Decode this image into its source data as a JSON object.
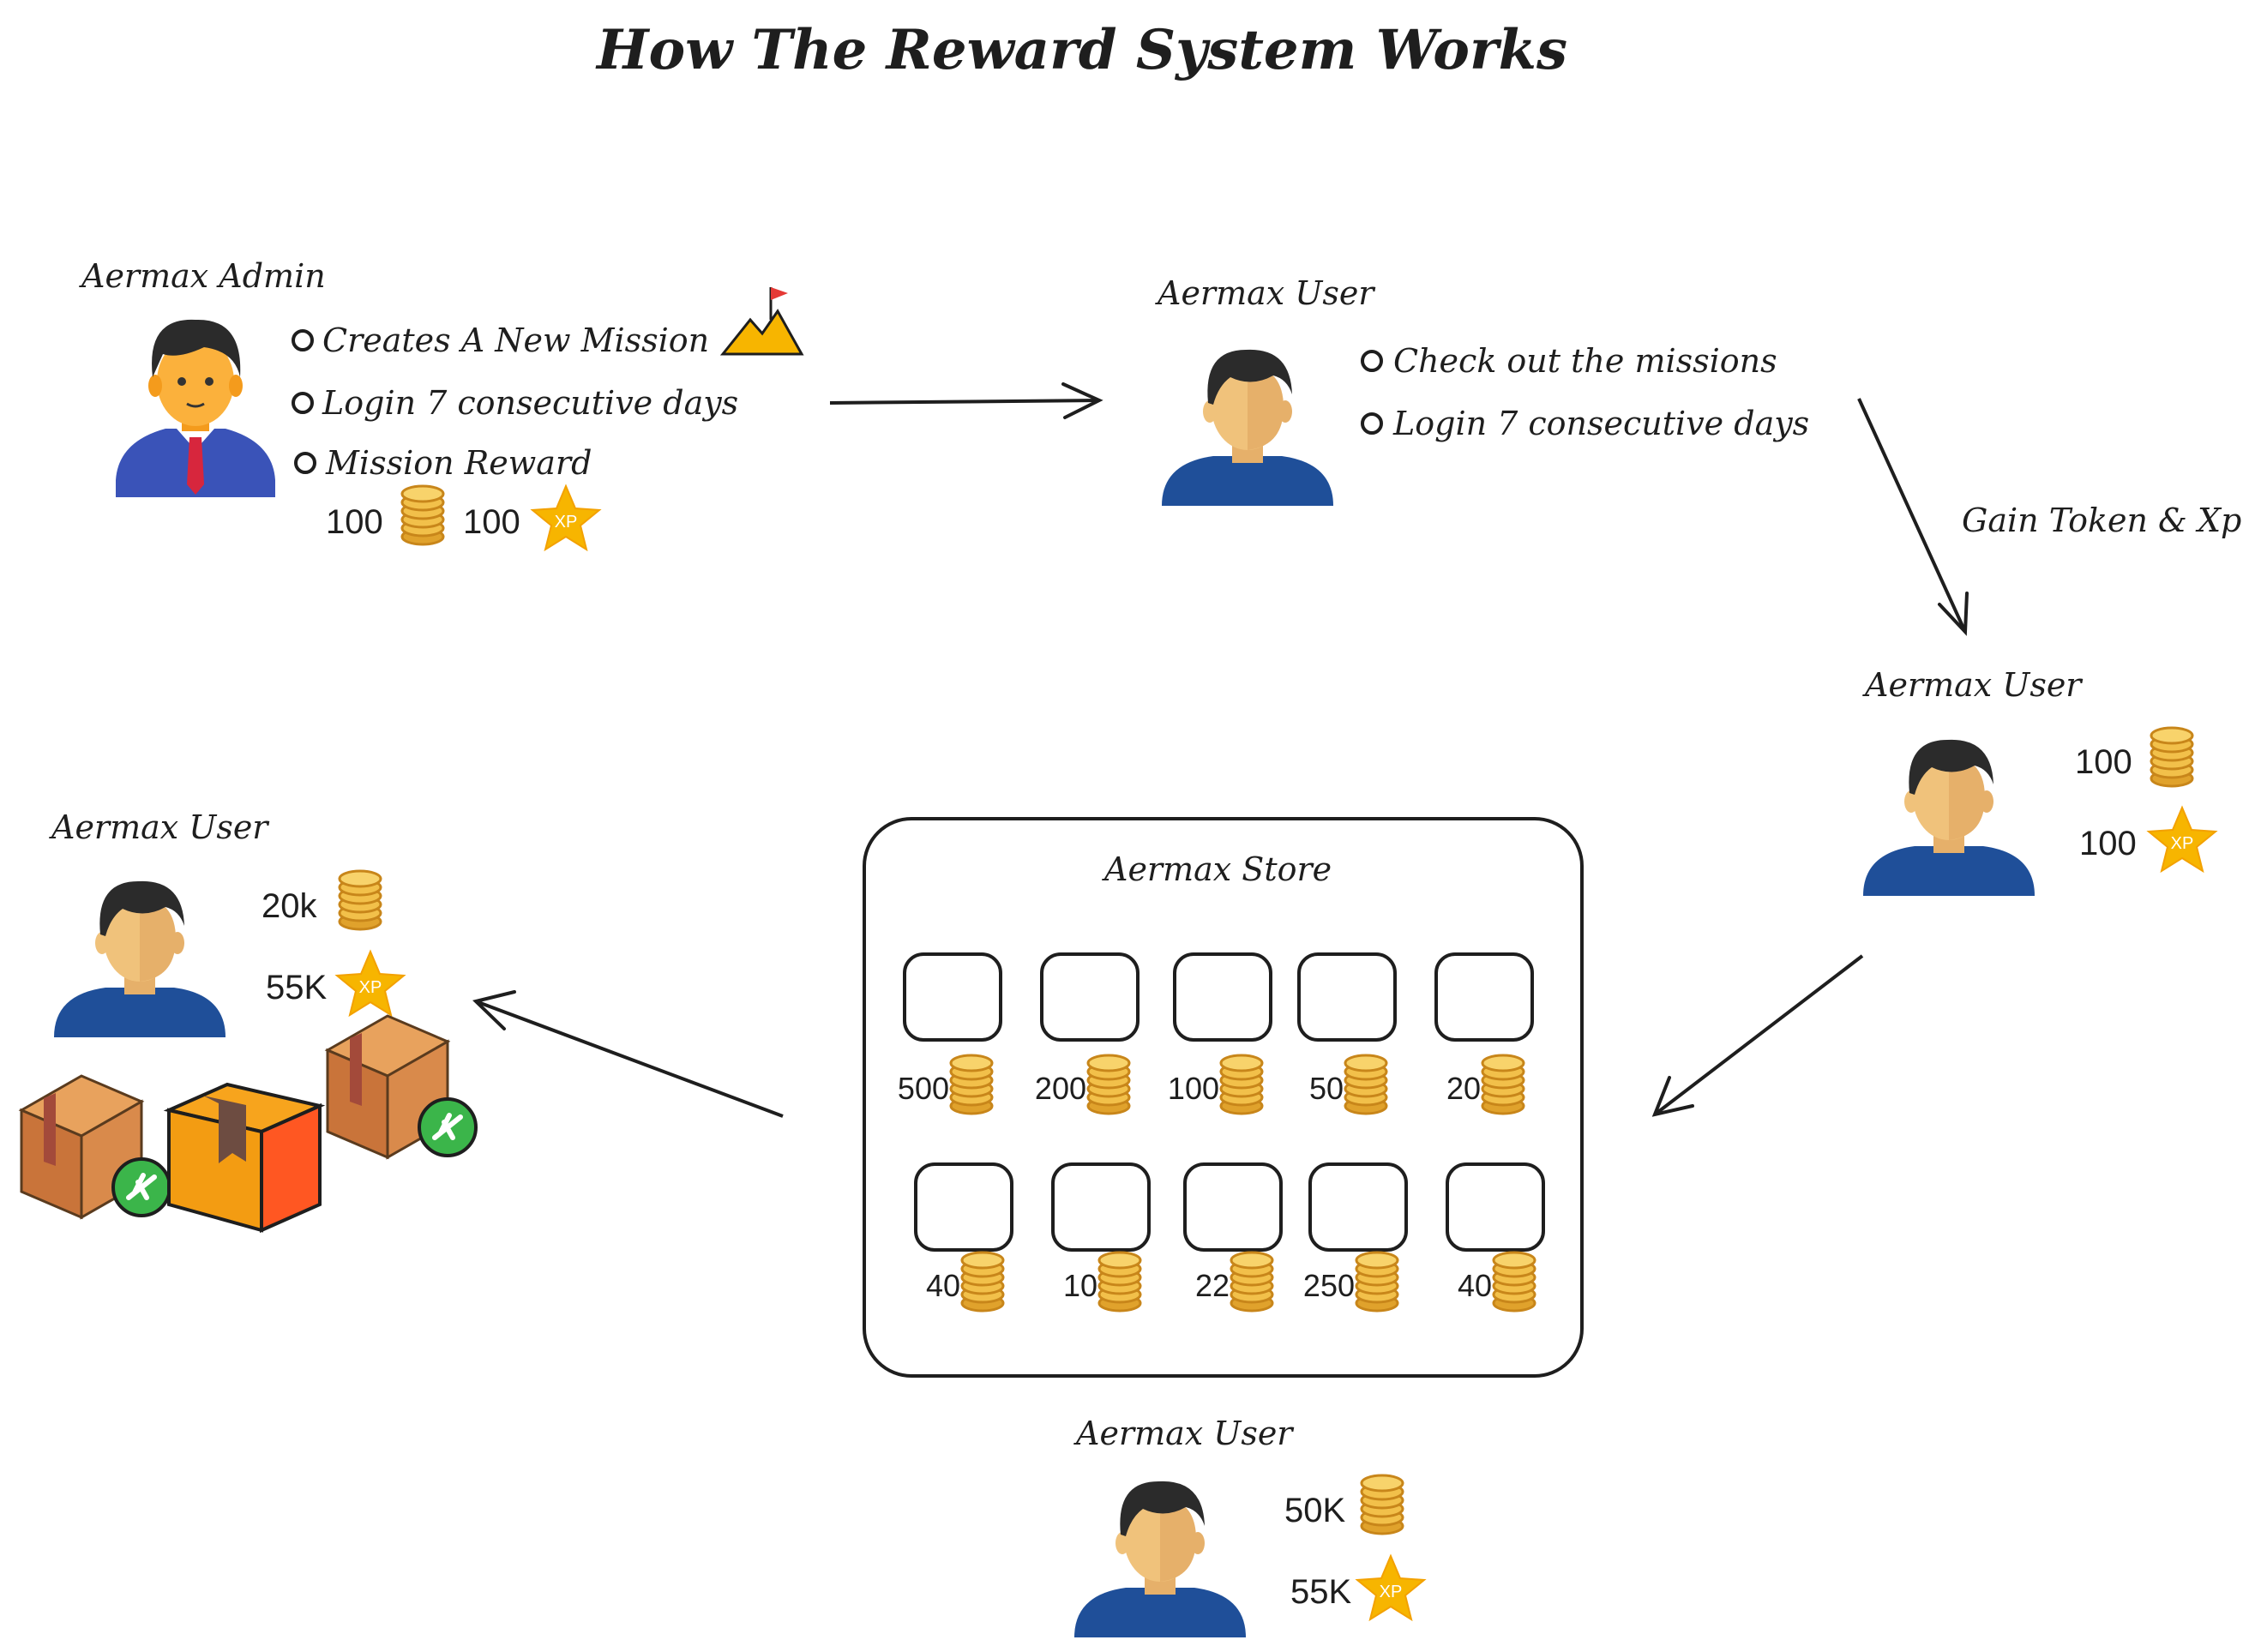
{
  "title": "How The Reward System Works",
  "colors": {
    "ink": "#1e1e1e",
    "coin": "#f2c04a",
    "coin_edge": "#c8861a",
    "star": "#f7b500",
    "shirt": "#1f4f99",
    "skin": "#f0c27b",
    "hair": "#2b2b2b",
    "admin_suit": "#3a53b8",
    "tie": "#d7263d"
  },
  "admin": {
    "label": "Aermax Admin",
    "bullets": [
      "Creates A New Mission",
      "Login 7 consecutive days",
      "Mission Reward"
    ],
    "reward_tokens": "100",
    "reward_xp": "100",
    "flag_icon": "mountain-flag-icon"
  },
  "user_missions": {
    "label": "Aermax User",
    "bullets": [
      "Check out the missions",
      "Login 7 consecutive days"
    ]
  },
  "edge_label": "Gain Token & Xp",
  "user_gain": {
    "label": "Aermax User",
    "tokens": "100",
    "xp": "100"
  },
  "store": {
    "label": "Aermax Store",
    "prices_row1": [
      "500",
      "200",
      "100",
      "50",
      "20"
    ],
    "prices_row2": [
      "40",
      "10",
      "22",
      "250",
      "40"
    ]
  },
  "user_bottom": {
    "label": "Aermax User",
    "tokens": "50K",
    "xp": "55K"
  },
  "user_final": {
    "label": "Aermax User",
    "tokens": "20k",
    "xp": "55K"
  },
  "xp_badge": "XP"
}
